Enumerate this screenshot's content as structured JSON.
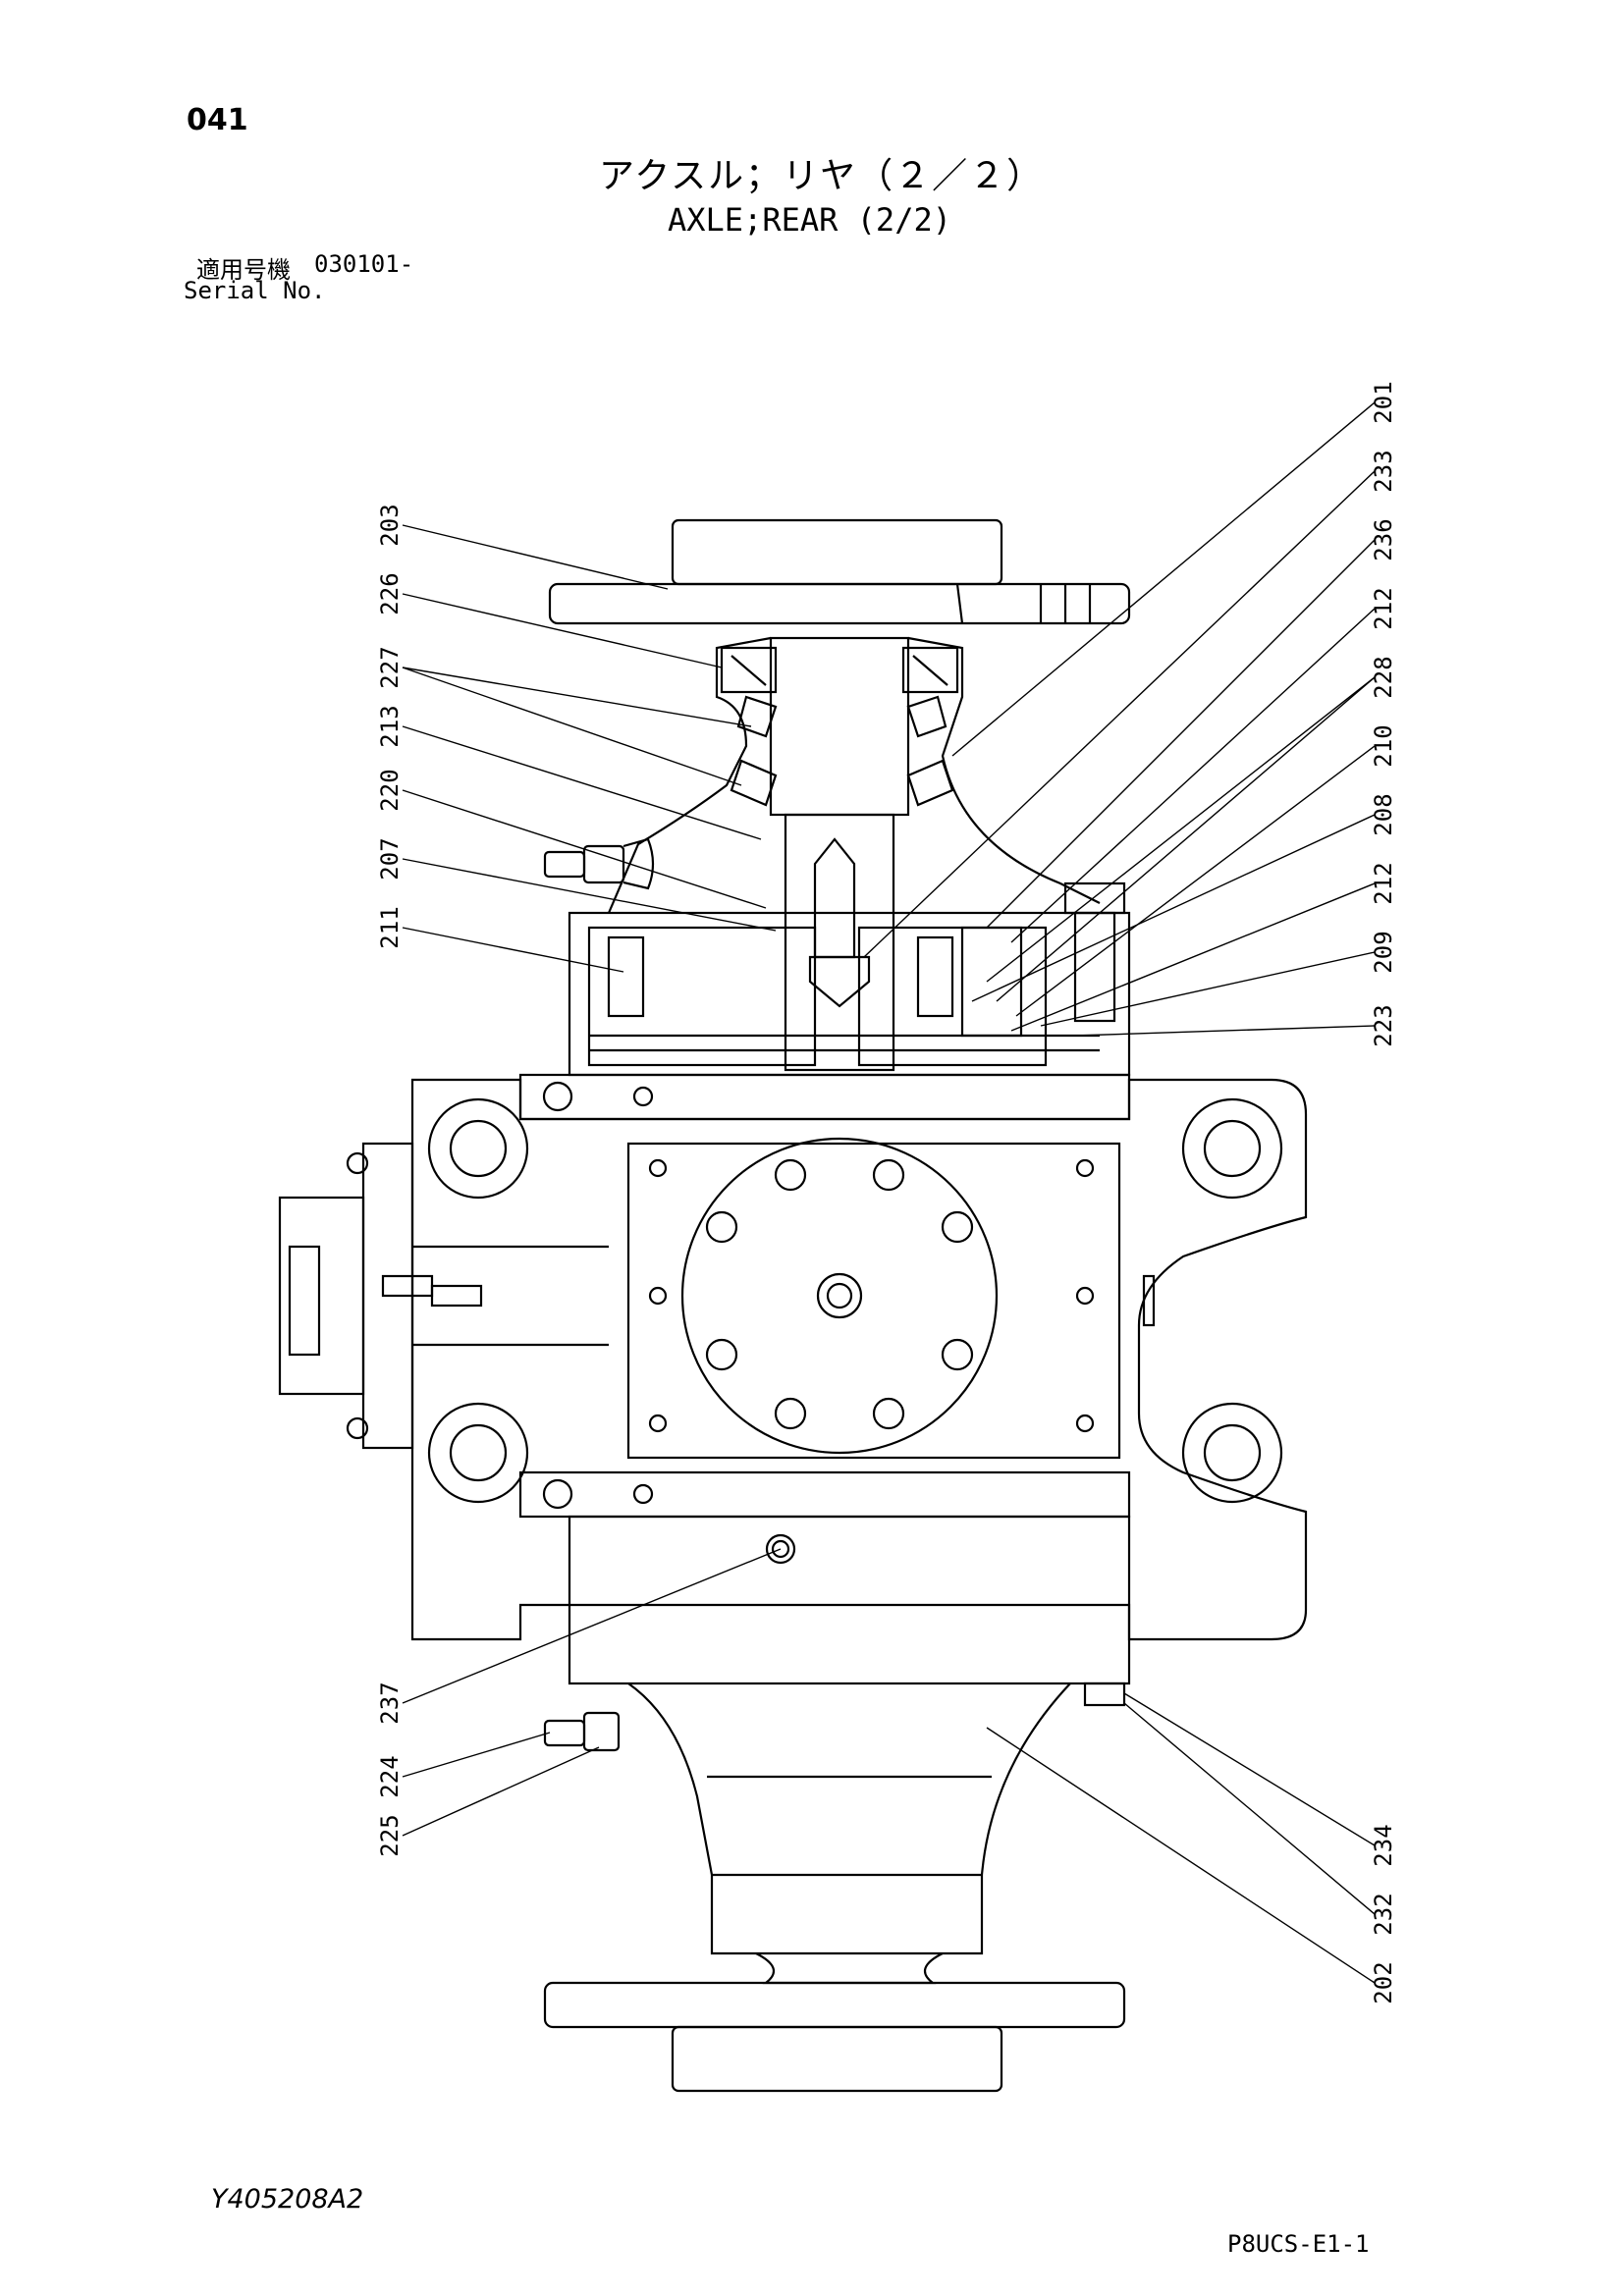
{
  "header": {
    "page_number": "041",
    "title_jp": "アクスル；リヤ（２／２）",
    "title_en": "AXLE;REAR (2/2)",
    "serial_label_jp": "適用号機",
    "serial_value": "030101-",
    "serial_label_en": "Serial No."
  },
  "footer": {
    "drawing_code": "Y405208A2",
    "page_code": "P8UCS-E1-1"
  },
  "callouts": {
    "left": [
      "203",
      "226",
      "227",
      "213",
      "220",
      "207",
      "211",
      "237",
      "224",
      "225"
    ],
    "right_top": [
      "201",
      "233",
      "236",
      "212",
      "228",
      "210",
      "208",
      "212",
      "209",
      "223"
    ],
    "right_bottom": [
      "234",
      "232",
      "202"
    ]
  }
}
